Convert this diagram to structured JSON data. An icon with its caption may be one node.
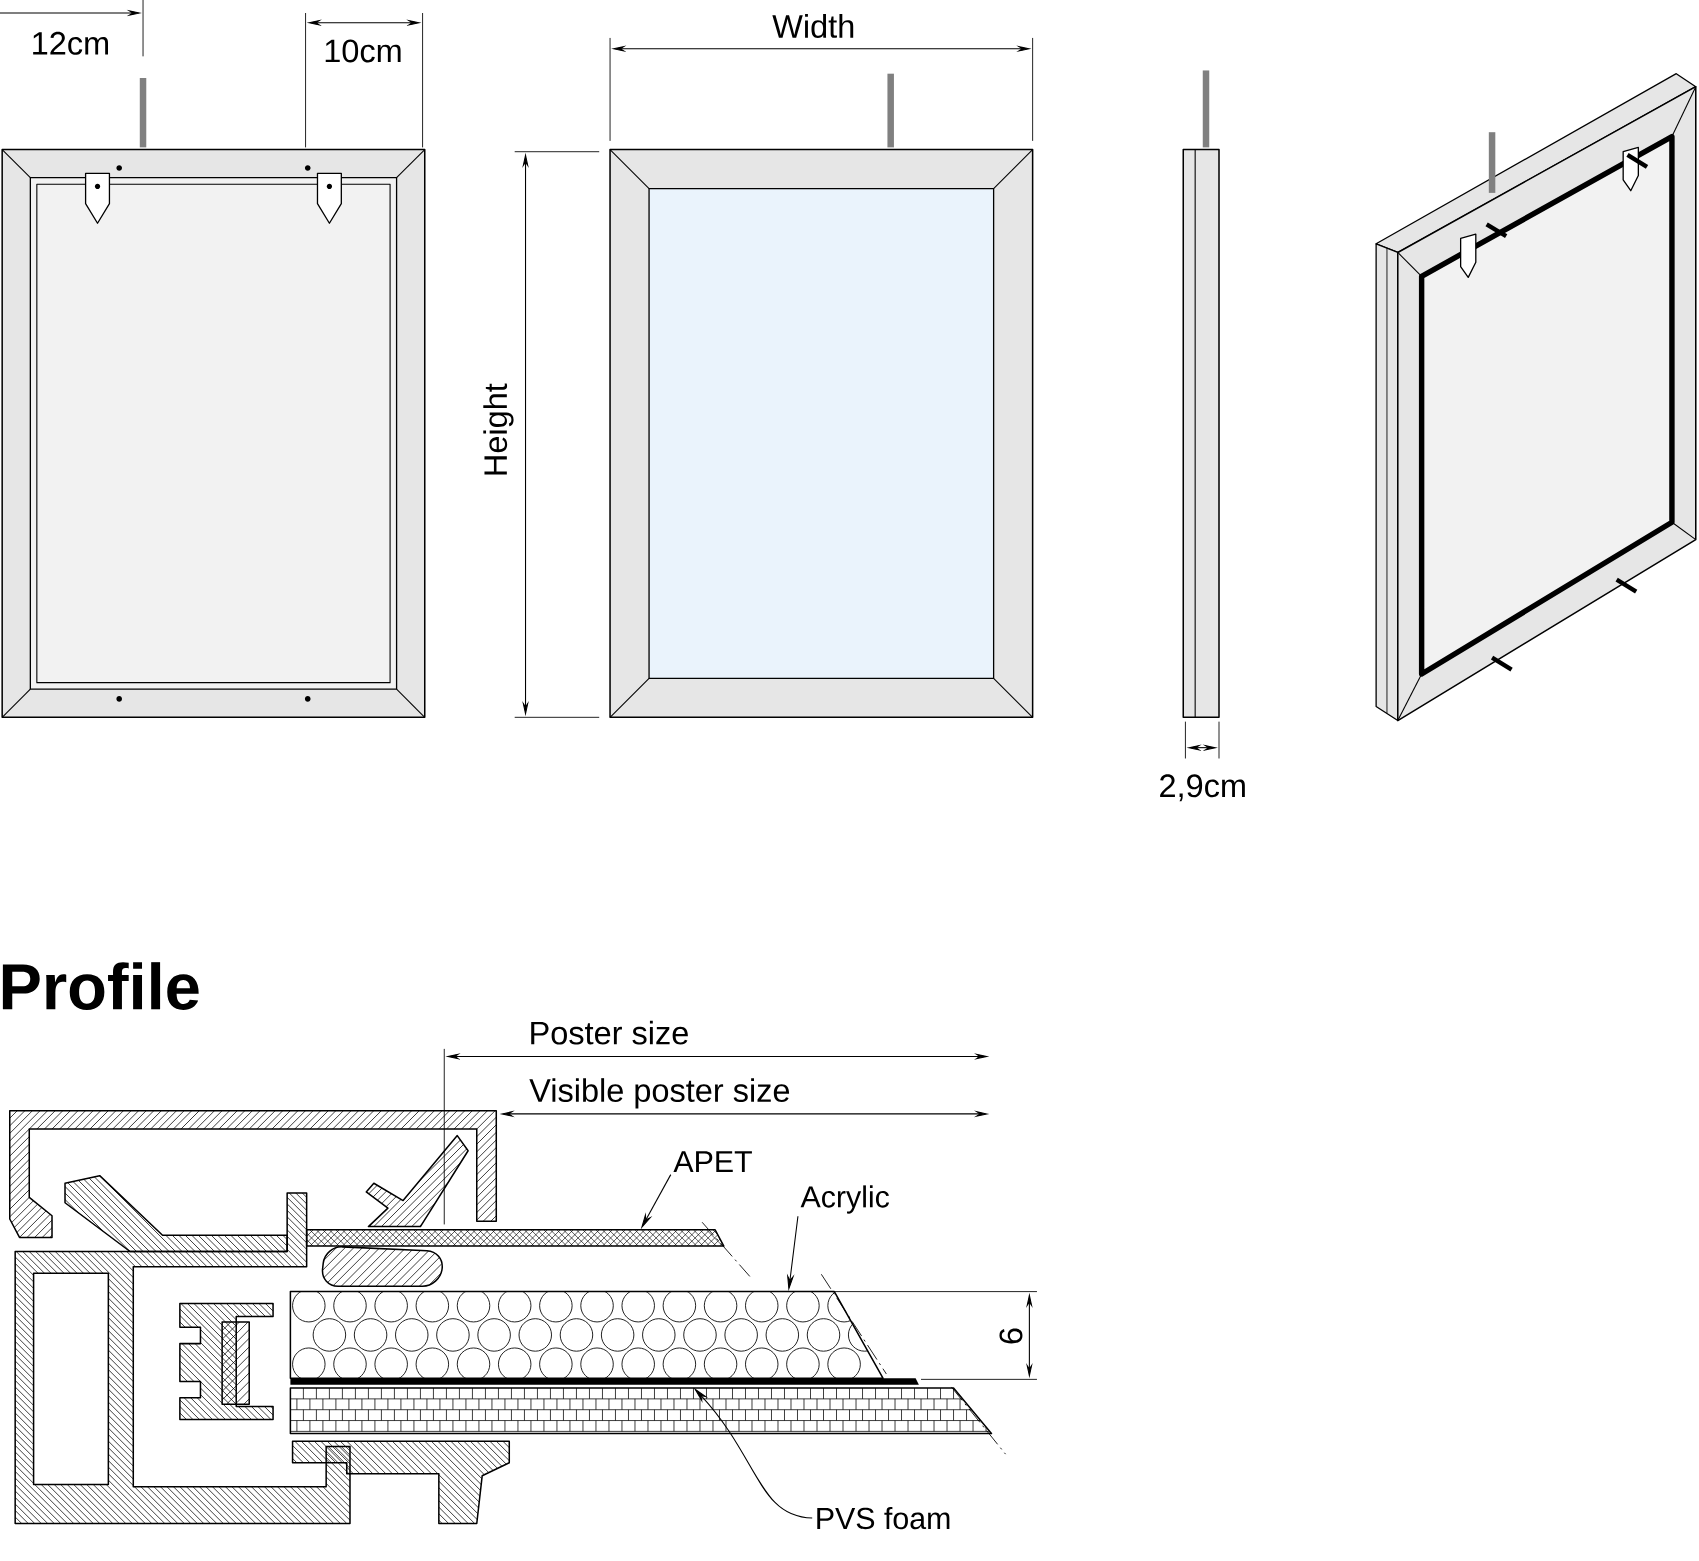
{
  "diagram": {
    "nodes": [
      {
        "text": [
          "APET"
        ]
      },
      {
        "text": [
          "Acrylic"
        ]
      },
      {
        "text": [
          "PVS foam"
        ]
      },
      {
        "text": [],
        "shape": "bar"
      },
      {
        "text": [],
        "shape": "bar"
      },
      {
        "text": [],
        "shape": "bar"
      }
    ],
    "edges": [
      {
        "from": 0,
        "to": 3,
        "arrow": "to"
      },
      {
        "from": 1,
        "to": 4,
        "arrow": "to"
      },
      {
        "from": 2,
        "to": 5,
        "arrow": "to"
      }
    ],
    "labels": [
      "12cm",
      "10cm",
      "Width",
      "Height",
      "2,9cm",
      "Profile",
      "Poster size",
      "Visible poster size",
      "6"
    ]
  }
}
